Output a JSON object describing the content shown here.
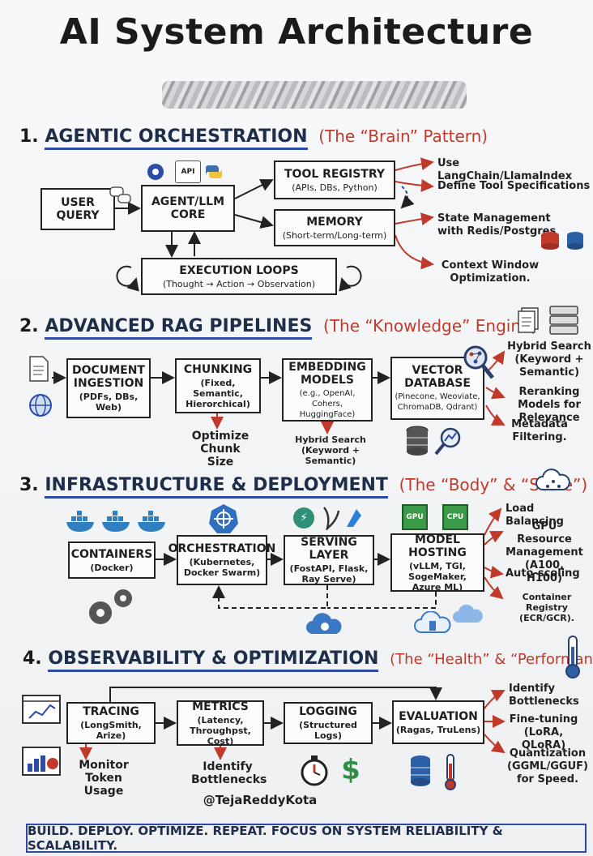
{
  "title": "AI System Architecture",
  "sections": [
    {
      "num": "1.",
      "title": "AGENTIC ORCHESTRATION",
      "tag": "(The “Brain” Pattern)",
      "boxes": [
        {
          "title": "USER QUERY",
          "sub": ""
        },
        {
          "title": "AGENT/LLM CORE",
          "sub": ""
        },
        {
          "title": "TOOL REGISTRY",
          "sub": "(APIs, DBs, Python)"
        },
        {
          "title": "MEMORY",
          "sub": "(Short-term/Long-term)"
        },
        {
          "title": "EXECUTION LOOPS",
          "sub": "(Thought → Action → Observation)"
        }
      ],
      "notes": [
        "Use LangChain/LlamaIndex",
        "Define Tool Specifications",
        "State Management with Redis/Postgres",
        "Context Window Optimization."
      ],
      "icon_labels": [
        "API"
      ]
    },
    {
      "num": "2.",
      "title": "ADVANCED RAG PIPELINES",
      "tag": "(The “Knowledge” Engine)",
      "boxes": [
        {
          "title": "DOCUMENT INGESTION",
          "sub": "(PDFs, DBs, Web)"
        },
        {
          "title": "CHUNKING",
          "sub": "(Fixed, Semantic, Hierorchical)"
        },
        {
          "title": "EMBEDDING MODELS",
          "sub": "(e.g., OpenAI, Cohers, HuggingFace)"
        },
        {
          "title": "VECTOR DATABASE",
          "sub": "(Pinecone, Weoviate, ChromaDB, Qdrant)"
        }
      ],
      "notes": [
        "Optimize Chunk Size",
        "Hybrid Search (Keyword + Semantic)",
        "Hybrid Search (Keyword + Semantic)",
        "Reranking Models for Relevance",
        "Metadata Filtering."
      ]
    },
    {
      "num": "3.",
      "title": "INFRASTRUCTURE & DEPLOYMENT",
      "tag": "(The “Body” & “Scale”)",
      "boxes": [
        {
          "title": "CONTAINERS",
          "sub": "(Docker)"
        },
        {
          "title": "ORCHESTRATION",
          "sub": "(Kubernetes, Docker Swarm)"
        },
        {
          "title": "SERVING LAYER",
          "sub": "(FostAPI, Flask, Ray Serve)"
        },
        {
          "title": "MODEL HOSTING",
          "sub": "(vLLM, TGI, SogeMaker, Azure ML)"
        }
      ],
      "notes": [
        "Load Balancing",
        "GPU Resource Management (A100, H100)",
        "Auto-scoling",
        "Container Registry (ECR/GCR)."
      ],
      "icon_labels": [
        "GPU",
        "CPU"
      ]
    },
    {
      "num": "4.",
      "title": "OBSERVABILITY & OPTIMIZATION",
      "tag": "(The “Health” & “Performance”)",
      "boxes": [
        {
          "title": "TRACING",
          "sub": "(LongSmith, Arize)"
        },
        {
          "title": "METRICS",
          "sub": "(Latency, Throughpst, Cost)"
        },
        {
          "title": "LOGGING",
          "sub": "(Structured Logs)"
        },
        {
          "title": "EVALUATION",
          "sub": "(Ragas, TruLens)"
        }
      ],
      "notes": [
        "Monitor Token Usage",
        "Identify Bottlenecks",
        "Identify Bottlenecks",
        "Fine-tuning (LoRA, QLoRA)",
        "Quantization (GGML/GGUF) for Speed."
      ],
      "icon_labels": [
        "$"
      ]
    }
  ],
  "handle": "@TejaReddyKota",
  "footer": "BUILD. DEPLOY. OPTIMIZE. REPEAT. FOCUS ON SYSTEM RELIABILITY & SCALABILITY.",
  "colors": {
    "ink": "#1d1f22",
    "accent_blue": "#2d4aa6",
    "accent_red": "#c0392b",
    "docker_blue": "#2f7fc1"
  }
}
